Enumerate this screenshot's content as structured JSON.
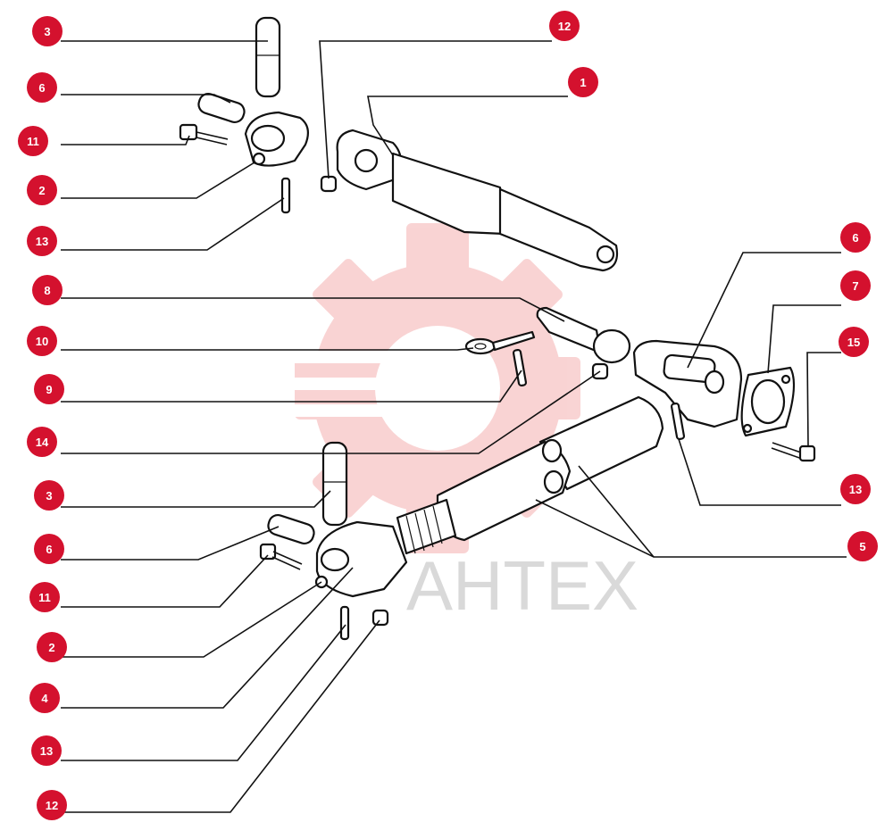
{
  "watermark": {
    "text": "AHTEX",
    "color": "#f2a0a0"
  },
  "badge_color": "#d4112e",
  "callouts": [
    {
      "id": "c-3-top",
      "label": "3"
    },
    {
      "id": "c-6-top",
      "label": "6"
    },
    {
      "id": "c-11-top",
      "label": "11"
    },
    {
      "id": "c-2-top",
      "label": "2"
    },
    {
      "id": "c-13-top",
      "label": "13"
    },
    {
      "id": "c-8",
      "label": "8"
    },
    {
      "id": "c-10",
      "label": "10"
    },
    {
      "id": "c-9",
      "label": "9"
    },
    {
      "id": "c-14",
      "label": "14"
    },
    {
      "id": "c-3-bot",
      "label": "3"
    },
    {
      "id": "c-6-bot",
      "label": "6"
    },
    {
      "id": "c-11-bot",
      "label": "11"
    },
    {
      "id": "c-2-bot",
      "label": "2"
    },
    {
      "id": "c-4",
      "label": "4"
    },
    {
      "id": "c-13-bot",
      "label": "13"
    },
    {
      "id": "c-12-bot",
      "label": "12"
    },
    {
      "id": "c-12-top",
      "label": "12"
    },
    {
      "id": "c-1",
      "label": "1"
    },
    {
      "id": "c-6-right",
      "label": "6"
    },
    {
      "id": "c-7",
      "label": "7"
    },
    {
      "id": "c-15",
      "label": "15"
    },
    {
      "id": "c-13-right",
      "label": "13"
    },
    {
      "id": "c-5",
      "label": "5"
    }
  ]
}
